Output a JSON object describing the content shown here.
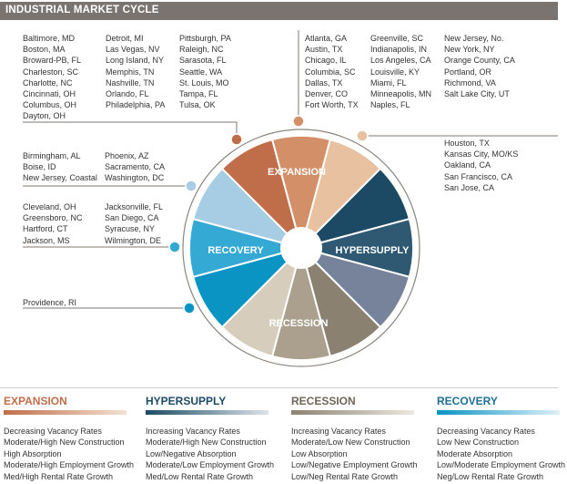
{
  "header": {
    "title": "INDUSTRIAL MARKET CYCLE"
  },
  "market_lists": {
    "expansion_top": {
      "col1": [
        "Baltimore, MD",
        "Boston, MA",
        "Broward-PB, FL",
        "Charleston, SC",
        "Charlotte, NC",
        "Cincinnati, OH",
        "Columbus, OH",
        "Dayton, OH"
      ],
      "col2": [
        "Detroit, MI",
        "Las Vegas, NV",
        "Long Island, NY",
        "Memphis, TN",
        "Nashville, TN",
        "Orlando, FL",
        "Philadelphia, PA"
      ],
      "col3": [
        "Pittsburgh, PA",
        "Raleigh, NC",
        "Sarasota, FL",
        "Seattle, WA",
        "St. Louis, MO",
        "Tampa, FL",
        "Tulsa, OK"
      ]
    },
    "peak_top": {
      "col1": [
        "Atlanta, GA",
        "Austin, TX",
        "Chicago, IL",
        "Columbia, SC",
        "Dallas, TX",
        "Denver, CO",
        "Fort Worth, TX"
      ],
      "col2": [
        "Greenville, SC",
        "Indianapolis, IN",
        "Los Angeles, CA",
        "Louisville, KY",
        "Miami, FL",
        "Minneapolis, MN",
        "Naples, FL"
      ],
      "col3": [
        "New Jersey, No.",
        "New York, NY",
        "Orange County, CA",
        "Portland, OR",
        "Richmond, VA",
        "Salt Lake City, UT"
      ]
    },
    "hypersupply_right": [
      "Houston, TX",
      "Kansas City, MO/KS",
      "Oakland, CA",
      "San Francisco, CA",
      "San Jose, CA"
    ],
    "recovery_upper": {
      "col1": [
        "Birmingham, AL",
        "Boise, ID",
        "New Jersey, Coastal"
      ],
      "col2": [
        "Phoenix, AZ",
        "Sacramento, CA",
        "Washington, DC"
      ]
    },
    "recovery_middle": {
      "col1": [
        "Cleveland, OH",
        "Greensboro, NC",
        "Hartford, CT",
        "Jackson, MS"
      ],
      "col2": [
        "Jacksonville, FL",
        "San Diego, CA",
        "Syracuse, NY",
        "Wilmington, DE"
      ]
    },
    "recovery_lower": [
      "Providence, RI"
    ]
  },
  "wheel": {
    "labels": {
      "expansion": "EXPANSION",
      "hypersupply": "HYPERSUPPLY",
      "recession": "RECESSION",
      "recovery": "RECOVERY"
    },
    "colors": {
      "expansion": [
        "#c06e4a",
        "#d39068",
        "#e8c2a0"
      ],
      "hypersupply": [
        "#1c4a64",
        "#2f5873",
        "#76839a"
      ],
      "recession": [
        "#8b8170",
        "#aba08e",
        "#d6cdbd"
      ],
      "recovery": [
        "#0a94c4",
        "#34a9d4",
        "#a6cde3"
      ]
    }
  },
  "phases": [
    {
      "title": "EXPANSION",
      "color": "#c06e4a",
      "bar_from": "#c06e4a",
      "bar_to": "#f4e1d2",
      "items": [
        "Decreasing Vacancy Rates",
        "Moderate/High New Construction",
        "High Absorption",
        "Moderate/High Employment Growth",
        "Med/High Rental Rate Growth"
      ]
    },
    {
      "title": "HYPERSUPPLY",
      "color": "#1c4a64",
      "bar_from": "#1c4a64",
      "bar_to": "#dde4ea",
      "items": [
        "Increasing Vacancy Rates",
        "Moderate/High New Construction",
        "Low/Negative Absorption",
        "Moderate/Low Employment Growth",
        "Med/Low Rental Rate Growth"
      ]
    },
    {
      "title": "RECESSION",
      "color": "#6f6658",
      "bar_from": "#8b8170",
      "bar_to": "#ede8df",
      "items": [
        "Increasing Vacancy Rates",
        "Moderate/Low New Construction",
        "Low Absorption",
        "Low/Negative Employment Growth",
        "Low/Neg Rental Rate Growth"
      ]
    },
    {
      "title": "RECOVERY",
      "color": "#1f6f95",
      "bar_from": "#0a94c4",
      "bar_to": "#dff0f8",
      "items": [
        "Decreasing Vacancy Rates",
        "Low New Construction",
        "Moderate Absorption",
        "Low/Moderate Employment Growth",
        "Neg/Low Rental Rate Growth"
      ]
    }
  ]
}
